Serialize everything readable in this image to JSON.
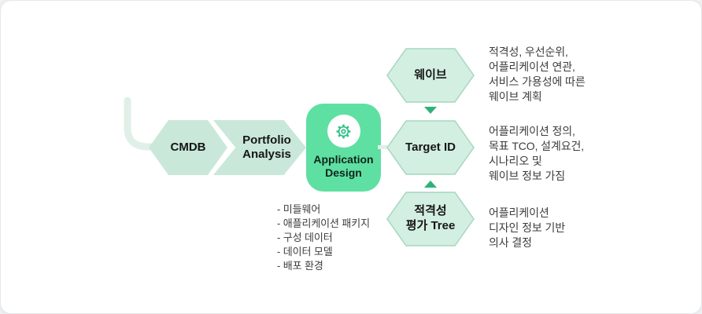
{
  "flow": {
    "cmdb": {
      "label": "CMDB"
    },
    "portfolio": {
      "label_line1": "Portfolio",
      "label_line2": "Analysis"
    },
    "application_design": {
      "label_line1": "Application",
      "label_line2": "Design",
      "icon": "gear-icon"
    },
    "wave": {
      "label": "웨이브"
    },
    "target_id": {
      "label": "Target ID"
    },
    "eligibility_tree": {
      "label_line1": "적격성",
      "label_line2": "평가 Tree"
    }
  },
  "annotations": {
    "wave_desc": {
      "lines": [
        "적격성, 우선순위,",
        "어플리케이션 연관,",
        "서비스 가용성에 따른",
        "웨이브 계획"
      ]
    },
    "target_desc": {
      "lines": [
        "어플리케이션 정의,",
        "목표 TCO, 설계요건,",
        "시나리오 및",
        "웨이브 정보 가짐"
      ]
    },
    "tree_desc": {
      "lines": [
        "어플리케이션",
        "디자인 정보 기반",
        "의사 결정"
      ]
    },
    "design_outputs": {
      "items": [
        "- 미들웨어",
        "- 애플리케이션 패키지",
        "- 구성 데이터",
        "- 데이터 모델",
        "- 배포 환경"
      ]
    }
  },
  "colors": {
    "node_fill_light": "#c9e8d9",
    "hex_fill": "#d3efe1",
    "hex_border": "#a6d7c0",
    "highlight_fill": "#5ee0a2",
    "arrow_green": "#2eb377",
    "connector": "#e0f0e8",
    "gear_stroke": "#2fbf86",
    "text_dark": "#161616",
    "text_desc": "#3d3d3d"
  }
}
